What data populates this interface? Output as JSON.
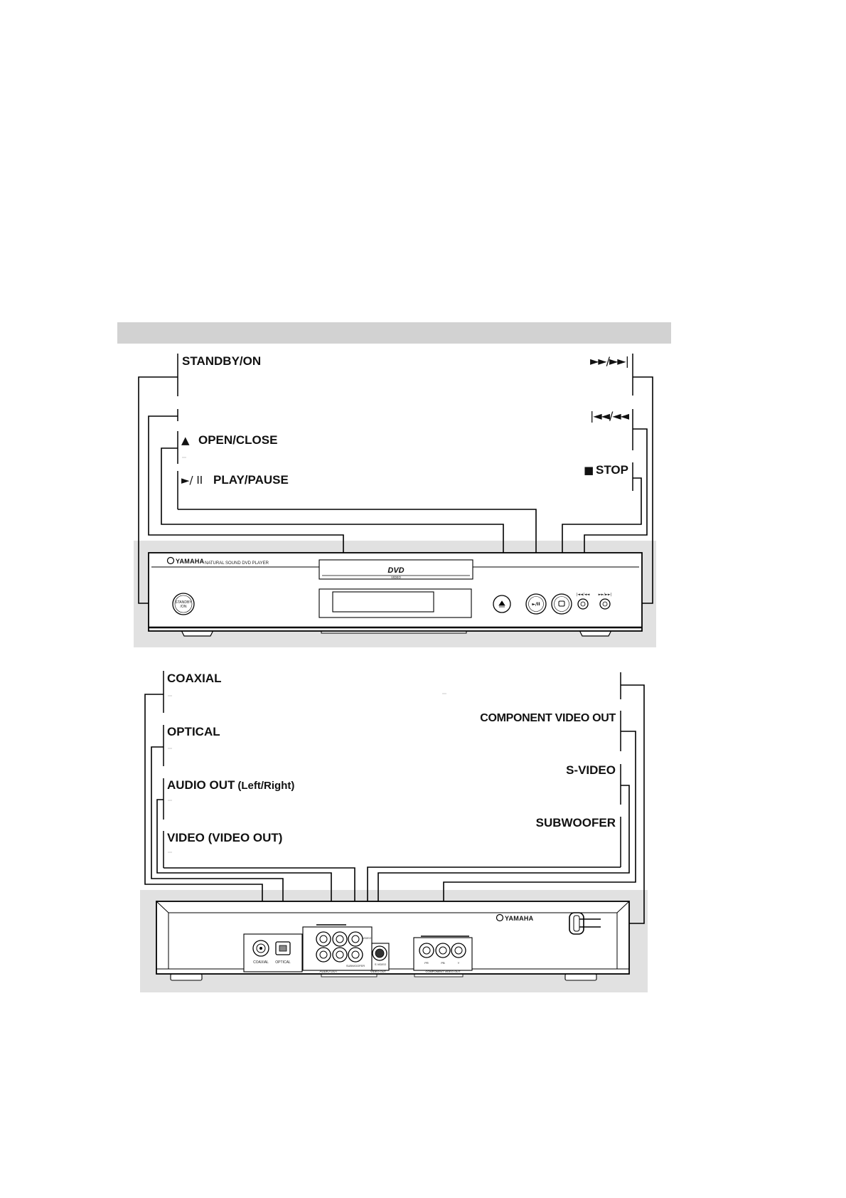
{
  "colors": {
    "header_bar": "#d2d2d2",
    "panel_background": "#e1e1e1",
    "line": "#000000",
    "device_fill": "#ffffff"
  },
  "icons": [
    "eject-icon",
    "play-pause-icon",
    "stop-icon",
    "fast-forward-icon",
    "rewind-icon",
    "yamaha-logo-icon",
    "power-cord-icon"
  ],
  "front_callouts": {
    "standby_on": "STANDBY/ON",
    "open_close_symbol": "▲",
    "open_close": "OPEN/CLOSE",
    "play_pause_symbol": "►/ II",
    "play_pause": "PLAY/PAUSE",
    "forward_skip": "►►/►►|",
    "reverse_skip": "|◄◄/◄◄",
    "stop_symbol": "■",
    "stop": "STOP"
  },
  "front_device": {
    "brand": "YAMAHA",
    "product_line": "NATURAL SOUND DVD PLAYER",
    "disc_logo": "DVD",
    "disc_logo_sub": "VIDEO",
    "standby_button": [
      "STANDBY",
      "/ON"
    ],
    "play_button": "►/II",
    "reverse_button_label": "|◄◄/◄◄",
    "forward_button_label": "►►/►►|"
  },
  "rear_callouts": {
    "coaxial": "COAXIAL",
    "optical": "OPTICAL",
    "audio_out": "AUDIO OUT",
    "audio_out_detail": "(Left/Right)",
    "video": "VIDEO (VIDEO OUT)",
    "component_video_out": "COMPONENT VIDEO OUT",
    "s_video": "S-VIDEO",
    "subwoofer": "SUBWOOFER"
  },
  "rear_device": {
    "brand": "YAMAHA",
    "coaxial": "COAXIAL",
    "optical": "OPTICAL",
    "audio_out": "AUDIO OUT",
    "video": "VIDEO",
    "subwoofer": "SUBWOOFER",
    "s_video": "S VIDEO",
    "video_out": "VIDEO OUT",
    "component_jacks": [
      "PR",
      "PB",
      "Y"
    ],
    "component_video_out": "COMPONENT VIDEO OUT"
  }
}
